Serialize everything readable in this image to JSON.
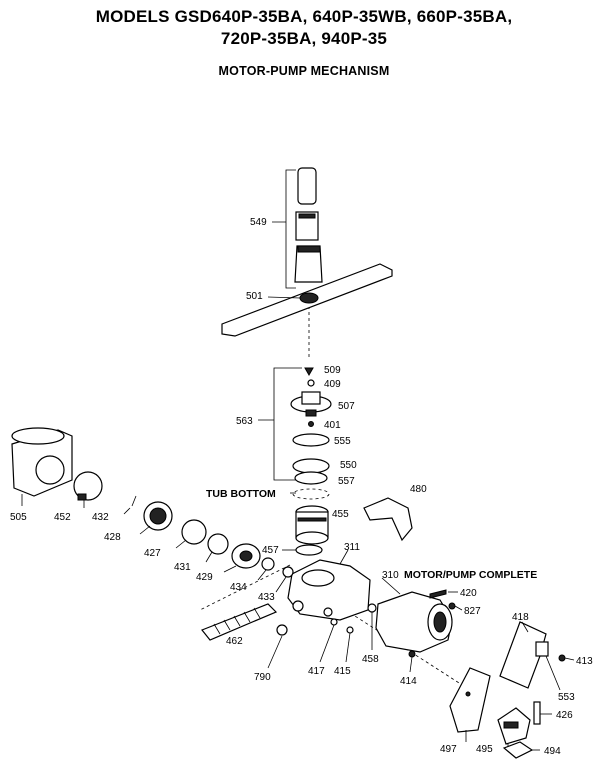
{
  "header": {
    "title_line1": "MODELS GSD640P-35BA, 640P-35WB, 660P-35BA,",
    "title_line2": "720P-35BA, 940P-35",
    "subtitle": "MOTOR-PUMP MECHANISM"
  },
  "labels": {
    "p549": "549",
    "p501": "501",
    "p509": "509",
    "p409": "409",
    "p563": "563",
    "p507": "507",
    "p401": "401",
    "p555": "555",
    "p550": "550",
    "p557": "557",
    "tub_bottom": "TUB BOTTOM",
    "p480": "480",
    "p505": "505",
    "p452": "452",
    "p432": "432",
    "p428": "428",
    "p455": "455",
    "p427": "427",
    "p431": "431",
    "p429": "429",
    "p457": "457",
    "p311": "311",
    "p434": "434",
    "p310": "310",
    "motor_pump_complete": "MOTOR/PUMP COMPLETE",
    "p433": "433",
    "p420": "420",
    "p827": "827",
    "p418": "418",
    "p462": "462",
    "p413": "413",
    "p790": "790",
    "p417": "417",
    "p415": "415",
    "p458": "458",
    "p414": "414",
    "p553": "553",
    "p426": "426",
    "p497": "497",
    "p495": "495",
    "p494": "494"
  }
}
